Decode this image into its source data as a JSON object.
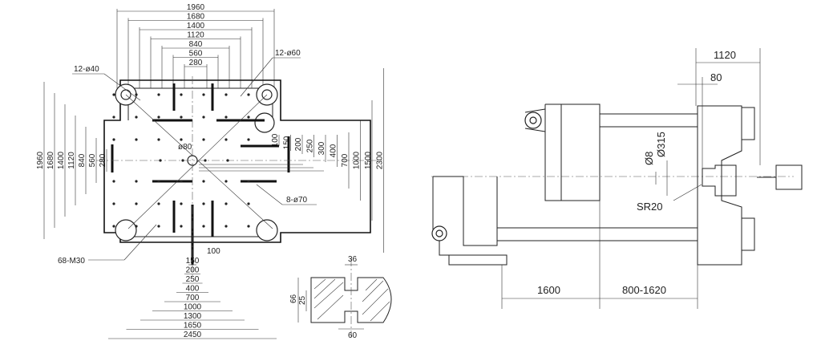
{
  "platen_front_view": {
    "horizontal_dims_top": [
      "1960",
      "1680",
      "1400",
      "1120",
      "840",
      "560",
      "280"
    ],
    "horizontal_dims_bottom": [
      "150",
      "200",
      "250",
      "400",
      "700",
      "1000",
      "1300",
      "1650",
      "2450"
    ],
    "bottom_small_dim": "100",
    "vertical_dims_left": [
      "1960",
      "1680",
      "1400",
      "1120",
      "840",
      "560",
      "280"
    ],
    "vertical_dims_right": [
      "100",
      "150",
      "200",
      "250",
      "300",
      "400",
      "700",
      "1000",
      "1500",
      "2300"
    ],
    "callouts": {
      "tie_bar_holes_left": "12-ø40",
      "tie_bar_holes_right": "12-ø60",
      "center_bore": "ø80",
      "ejector_holes": "8-ø70",
      "tapped_holes": "68-M30"
    }
  },
  "t_slot_detail": {
    "top": "36",
    "left_outer": "66",
    "left_inner": "25",
    "bottom": "60"
  },
  "side_view": {
    "top_dims": [
      "1120",
      "80"
    ],
    "nozzle_dims": [
      "Ø8",
      "Ø315"
    ],
    "nozzle_radius": "SR20",
    "bottom_dims": [
      "1600",
      "800-1620"
    ]
  }
}
